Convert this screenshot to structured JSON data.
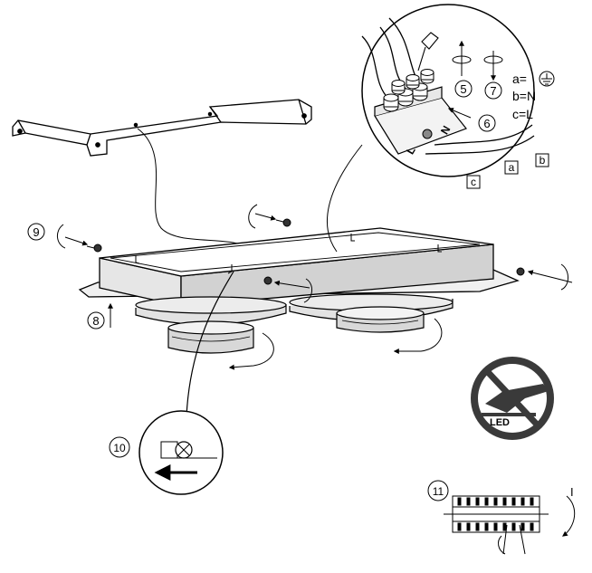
{
  "steps": {
    "s5": "5",
    "s6": "6",
    "s7": "7",
    "s8": "8",
    "s9": "9",
    "s10": "10",
    "s11": "11"
  },
  "legend": {
    "a": "a=",
    "b": "b=N",
    "c": "c=L"
  },
  "wire_tags": {
    "a": "a",
    "b": "b",
    "c": "c"
  },
  "terminal_marks": {
    "L": "L",
    "N": "N"
  },
  "switch_mark": "I",
  "led_badge": "LED",
  "icons": [
    "ground-symbol-icon",
    "rotate-arrow-icon",
    "no-touch-led-icon",
    "screwdriver-icon",
    "circuit-breaker-icon"
  ]
}
